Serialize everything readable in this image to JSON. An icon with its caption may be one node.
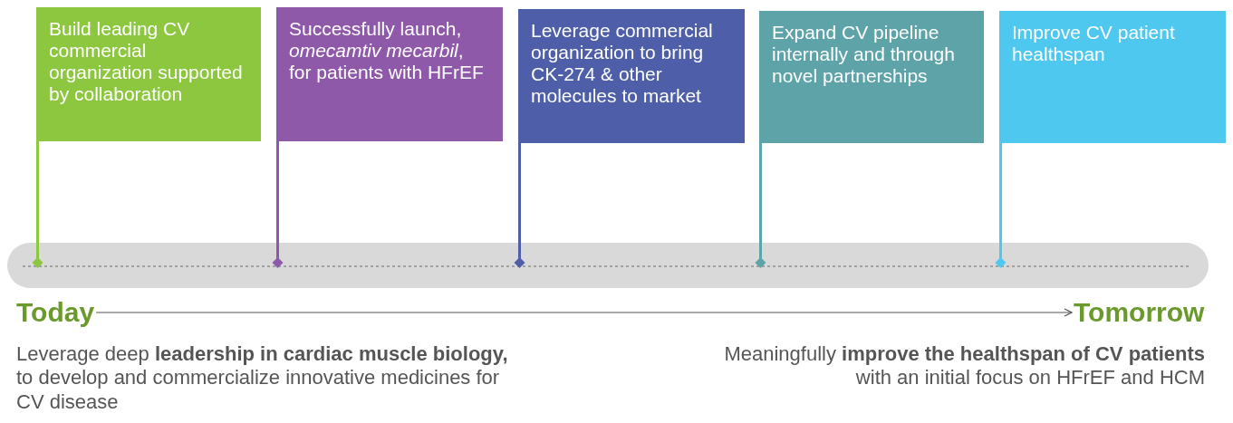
{
  "diagram": {
    "nodes": [
      {
        "text": [
          "Build leading CV commercial organization supported by collaboration"
        ]
      },
      {
        "text": [
          "Successfully launch, *omecamtiv mecarbil*, for patients with HFrEF"
        ]
      },
      {
        "text": [
          "Leverage commercial organization to bring CK-274 & other molecules to market"
        ]
      },
      {
        "text": [
          "Expand CV pipeline internally and through novel partnerships"
        ]
      },
      {
        "text": [
          "Improve CV patient healthspan"
        ]
      },
      {
        "text": [
          "Today"
        ]
      },
      {
        "text": [
          "Tomorrow"
        ]
      }
    ],
    "edges": [
      {
        "from": 5,
        "to": 6,
        "arrow": "to"
      }
    ],
    "labels": [
      "Leverage deep **leadership in cardiac muscle biology,** to develop and commercialize innovative medicines for CV disease",
      "Meaningfully **improve the healthspan of CV patients** with an initial focus on HFrEF and HCM"
    ]
  }
}
